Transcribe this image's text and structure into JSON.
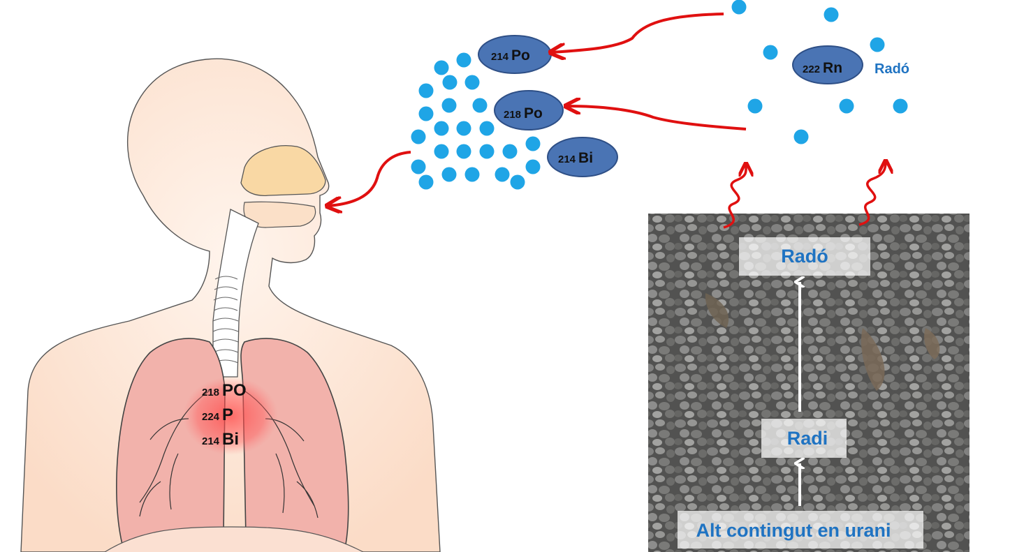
{
  "isotopes_air": {
    "po214": {
      "mass": "214",
      "symbol": "Po"
    },
    "po218": {
      "mass": "218",
      "symbol": "Po"
    },
    "bi214": {
      "mass": "214",
      "symbol": "Bi"
    },
    "rn222": {
      "mass": "222",
      "symbol": "Rn"
    }
  },
  "radon_label": "Radó",
  "lungs": {
    "line1": {
      "mass": "218",
      "symbol": "PO"
    },
    "line2": {
      "mass": "224",
      "symbol": "P"
    },
    "line3": {
      "mass": "214",
      "symbol": "Bi"
    }
  },
  "soil": {
    "top_label": "Radó",
    "middle_label": "Radi",
    "bottom_label": "Alt contingut en urani"
  },
  "colors": {
    "particle": "#1fa5e6",
    "ellipse_fill": "#4a74b4",
    "arrow_red": "#e01010",
    "label_blue": "#1f73c2",
    "skin": "#fde9dc",
    "lung": "#f3b4ae"
  }
}
